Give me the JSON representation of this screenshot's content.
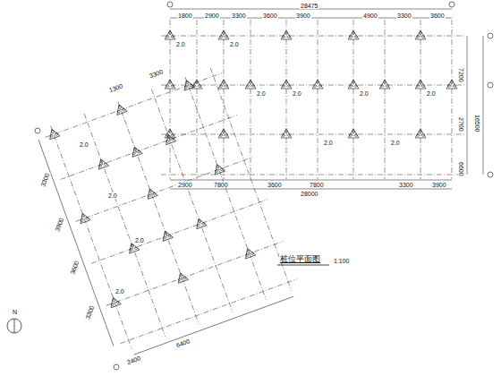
{
  "diagram": {
    "labels": [
      "1800",
      "2900",
      "3300",
      "3600",
      "3900",
      "4900",
      "3300",
      "3600",
      "28475",
      "2900",
      "7800",
      "3600",
      "7800",
      "3300",
      "3900",
      "28000",
      "7200",
      "2700",
      "6600",
      "16500",
      "3300",
      "3900",
      "3600",
      "3300",
      "1300",
      "3300",
      "2400",
      "6400",
      "2.0",
      "2.0",
      "2.0",
      "2.0",
      "2.0",
      "2.0",
      "2.0",
      "2.0",
      "2.0",
      "2.0",
      "2.0",
      "2.0",
      "N",
      "桩位平面图",
      "1:100"
    ]
  }
}
